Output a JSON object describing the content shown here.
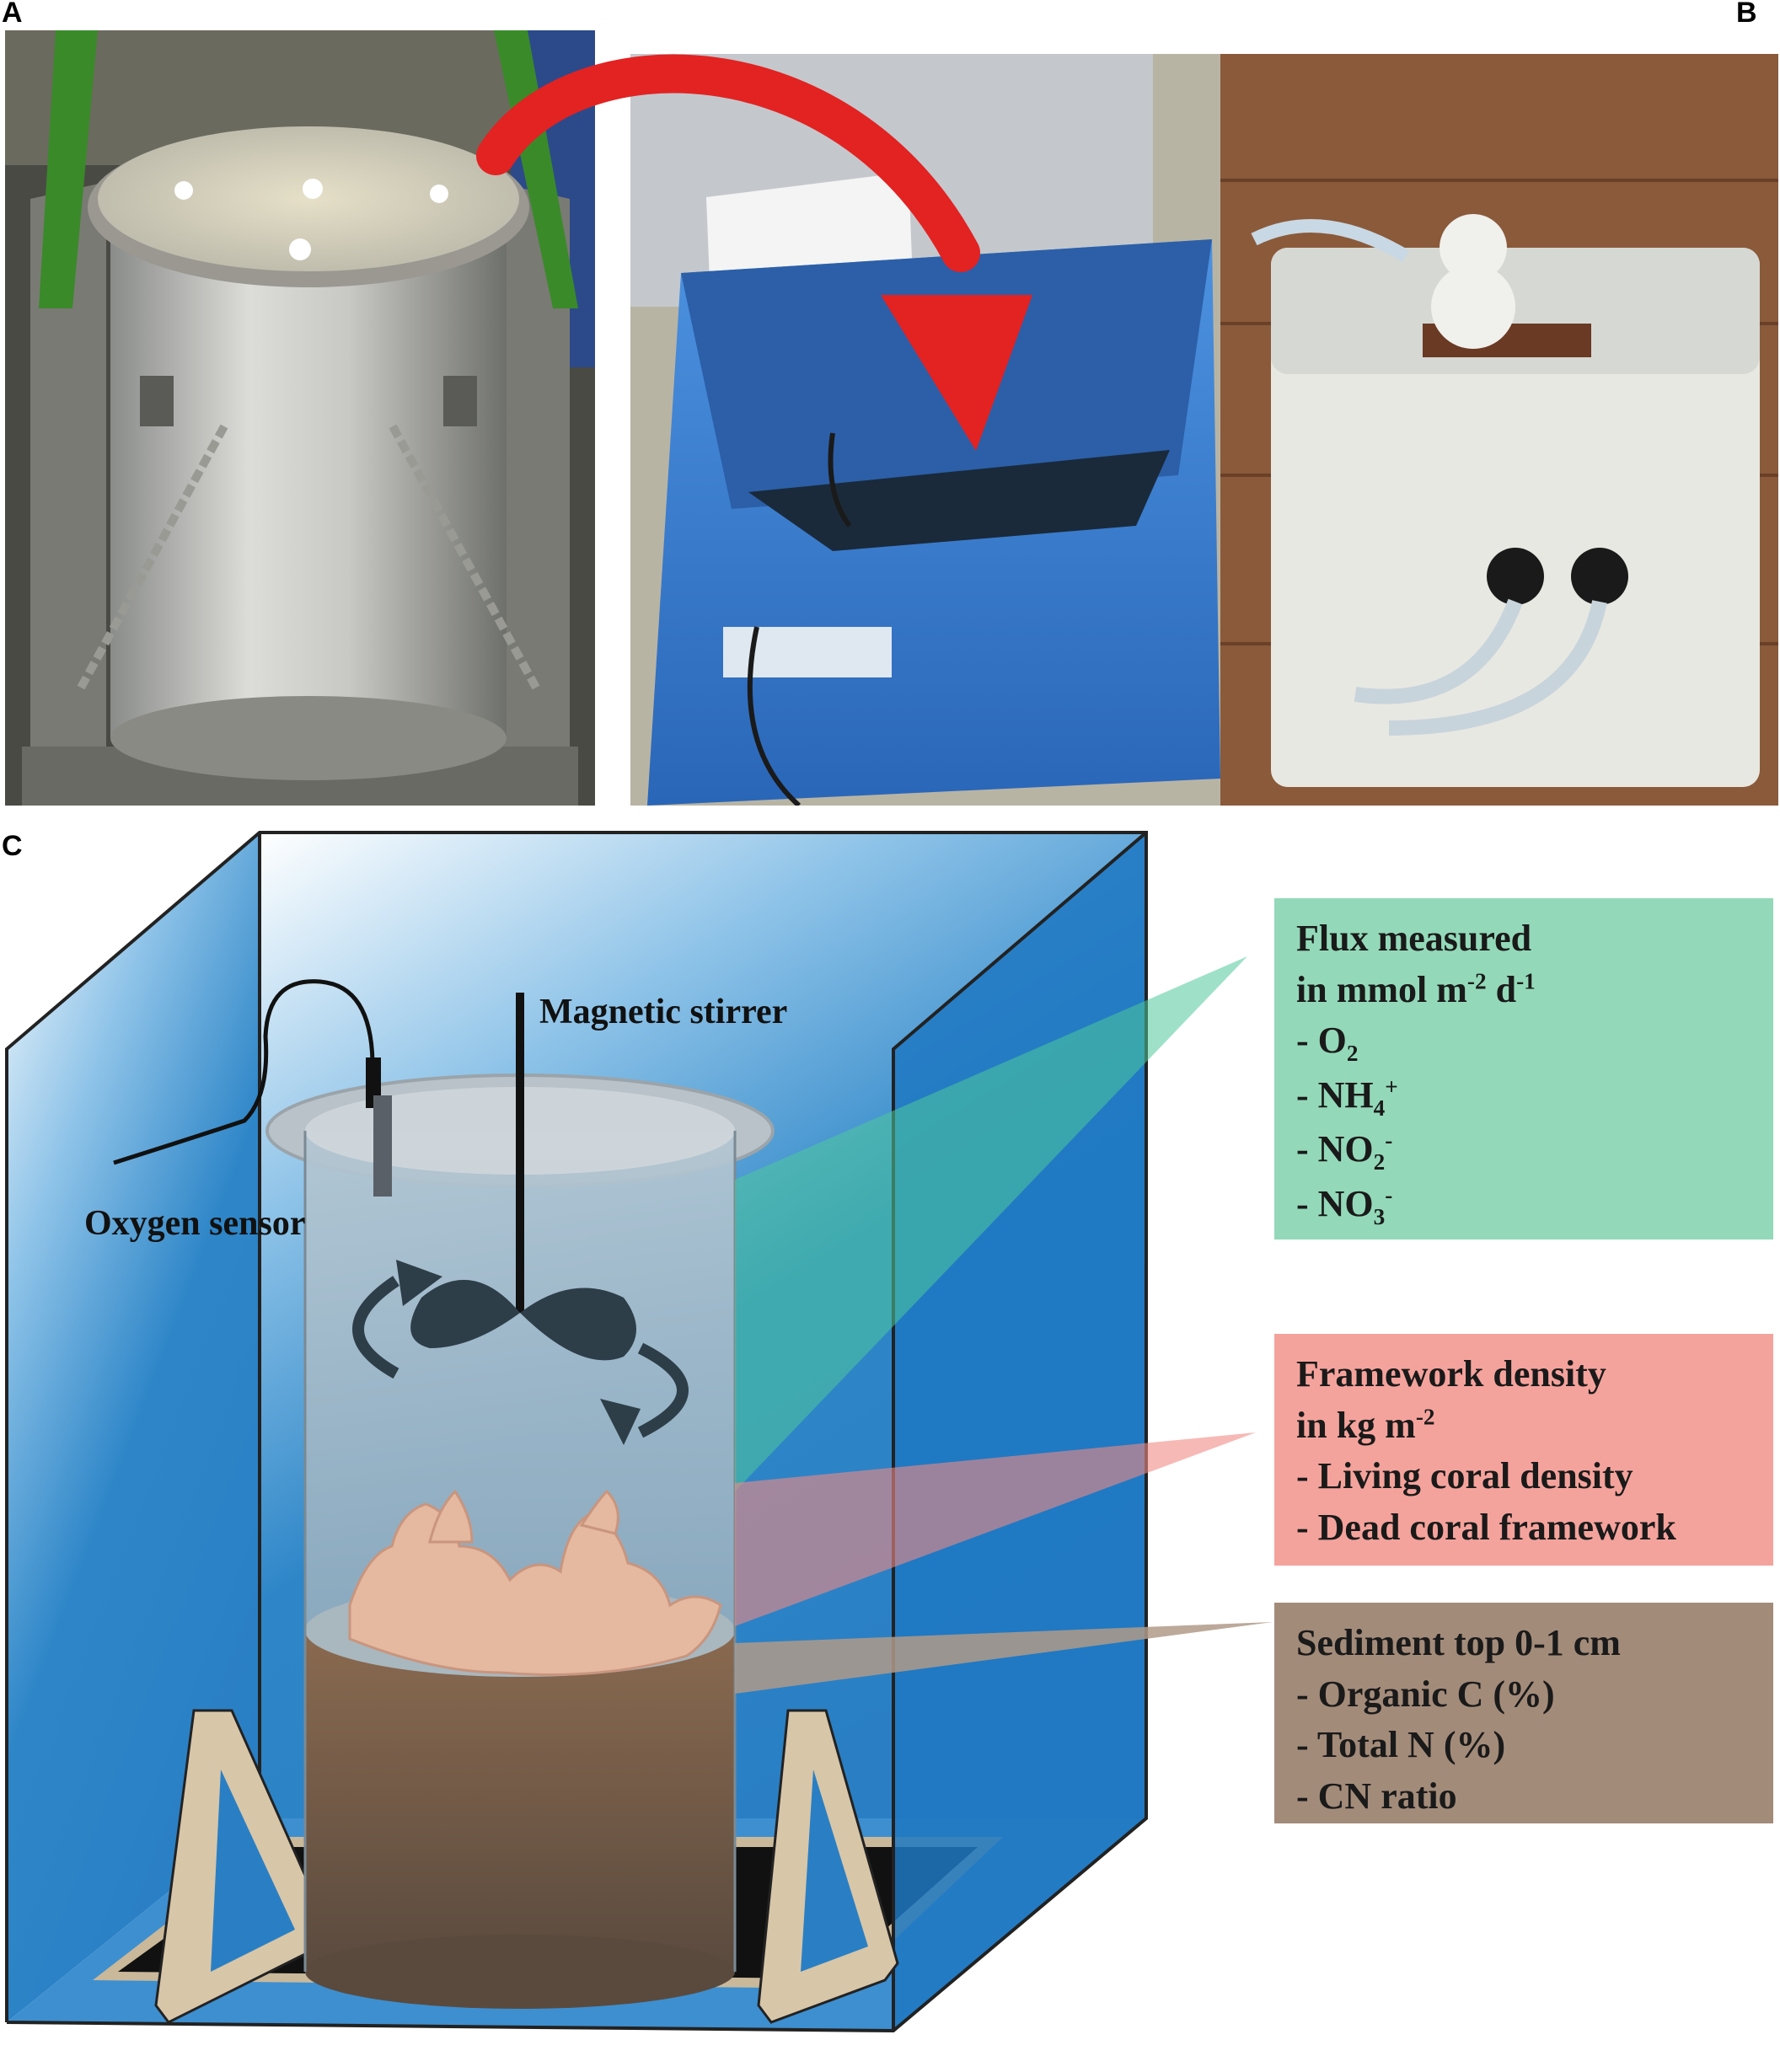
{
  "panels": {
    "a": "A",
    "b": "B",
    "c": "C"
  },
  "diagram": {
    "magnetic_stirrer_label": "Magnetic stirrer",
    "oxygen_sensor_label": "Oxygen sensor"
  },
  "flux_box": {
    "title_1": "Flux measured",
    "title_2_prefix": "in mmol m",
    "title_2_sup1": "-2",
    "title_2_mid": " d",
    "title_2_sup2": "-1",
    "items": [
      {
        "prefix": "- O",
        "sub": "2",
        "sup": ""
      },
      {
        "prefix": "- NH",
        "sub": "4",
        "sup": "+"
      },
      {
        "prefix": "- NO",
        "sub": "2",
        "sup": "-"
      },
      {
        "prefix": "- NO",
        "sub": "3",
        "sup": "-"
      }
    ],
    "color": "#93d9b9"
  },
  "framework_box": {
    "title_1": "Framework density",
    "title_2_prefix": "in kg m",
    "title_2_sup": "-2",
    "item_1": "- Living coral density",
    "item_2": "- Dead coral framework",
    "color": "#f4a39c"
  },
  "sediment_box": {
    "title": "Sediment top 0-1 cm",
    "item_1": "- Organic C (%)",
    "item_2": "- Total N (%)",
    "item_3": "- CN ratio",
    "color": "#a38b7a"
  },
  "colors": {
    "water_blue": "#2e86c8",
    "arrow_red": "#e32222",
    "sediment_brown": "#6b5442",
    "tank_blue": "#3a7fd0"
  }
}
